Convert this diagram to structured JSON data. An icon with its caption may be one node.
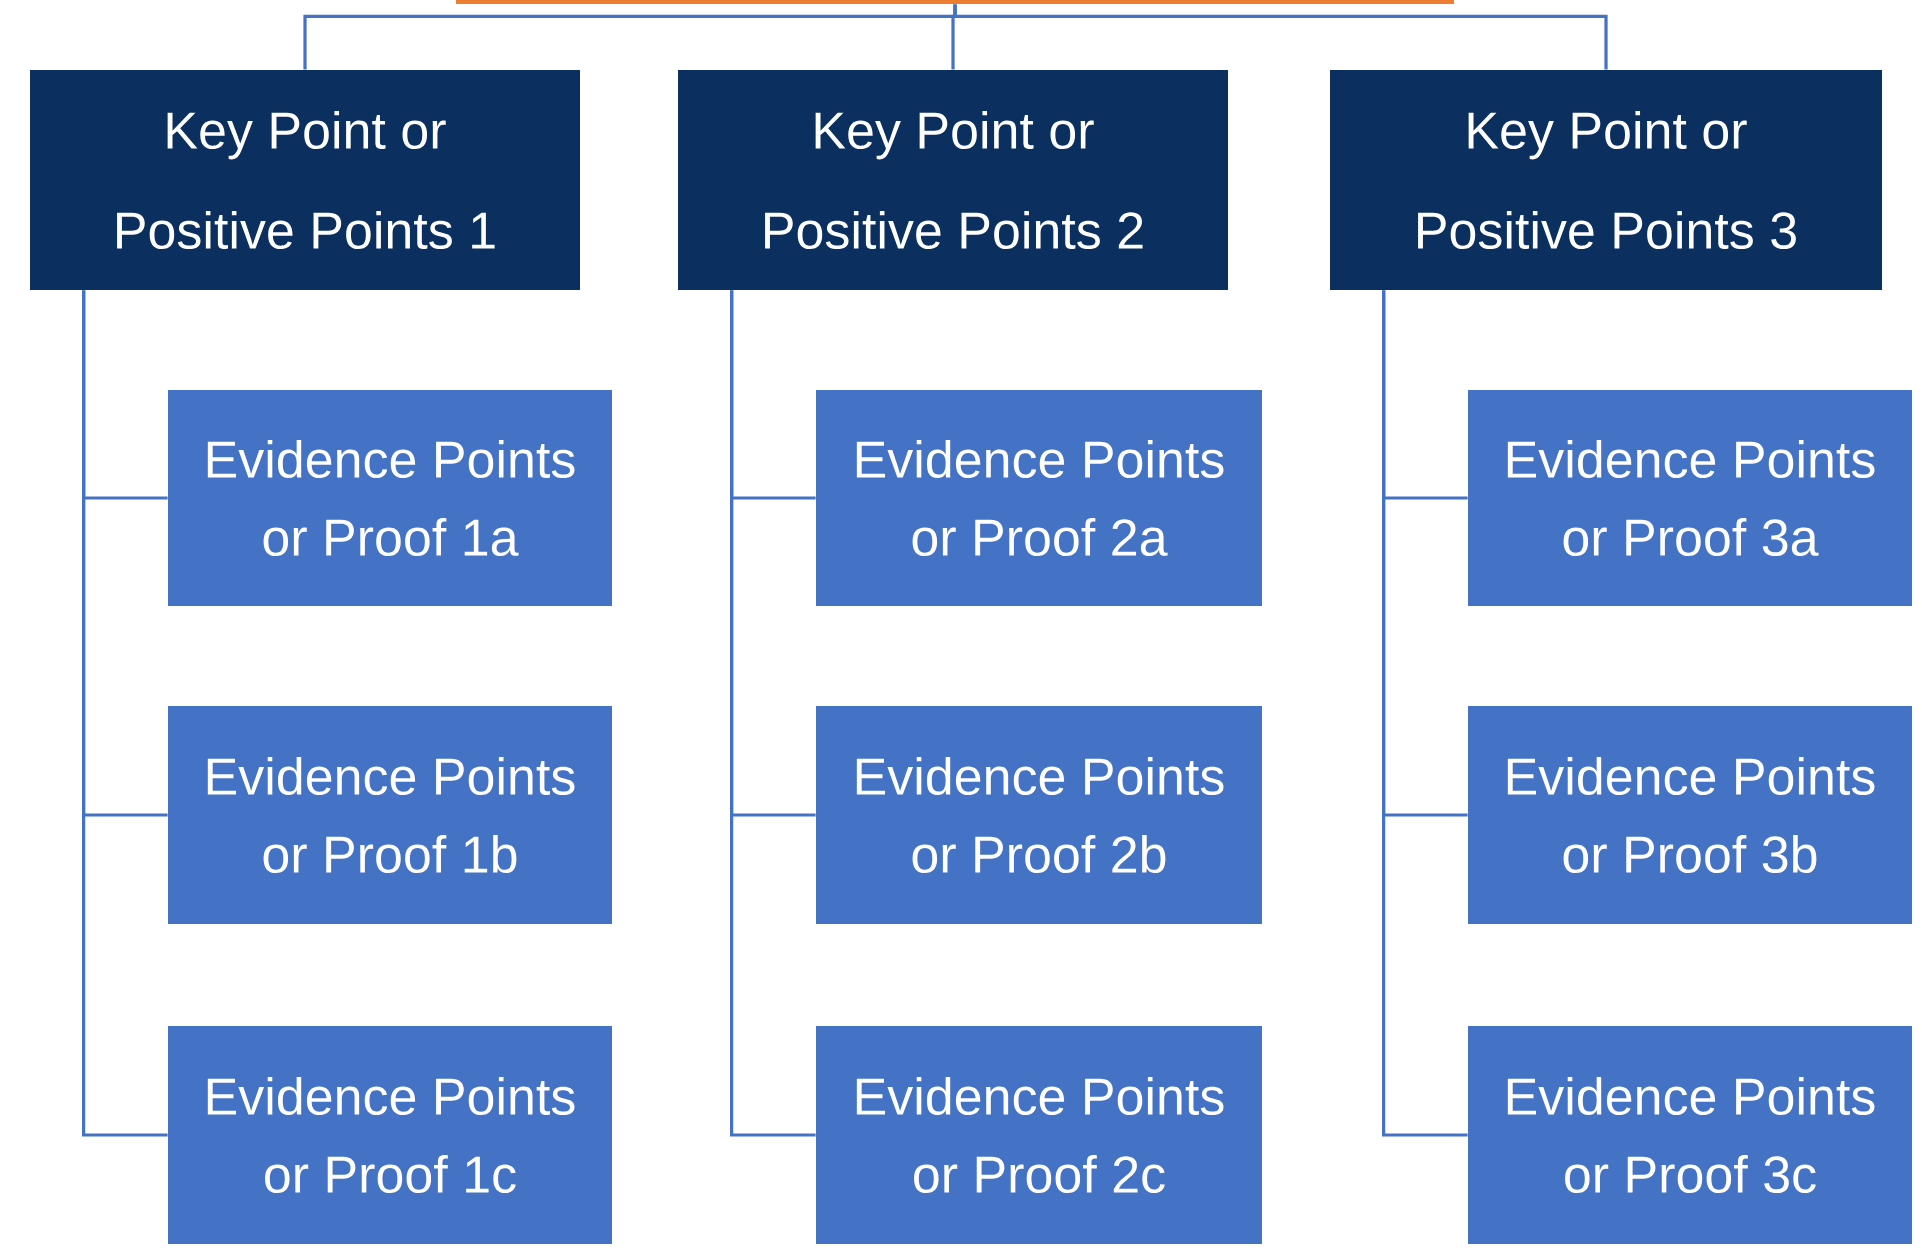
{
  "diagram": {
    "nodes": [
      {
        "text": [],
        "shape": "box"
      },
      {
        "text": [
          "Key Point or Positive Points 1"
        ]
      },
      {
        "text": [
          "Key Point or Positive Points 2"
        ]
      },
      {
        "text": [
          "Key Point or Positive Points 3"
        ]
      },
      {
        "text": [
          "Evidence Points or Proof 1a"
        ]
      },
      {
        "text": [
          "Evidence Points or Proof 1b"
        ]
      },
      {
        "text": [
          "Evidence Points or Proof 1c"
        ]
      },
      {
        "text": [
          "Evidence Points or Proof 2a"
        ]
      },
      {
        "text": [
          "Evidence Points or Proof 2b"
        ]
      },
      {
        "text": [
          "Evidence Points or Proof 2c"
        ]
      },
      {
        "text": [
          "Evidence Points or Proof 3a"
        ]
      },
      {
        "text": [
          "Evidence Points or Proof 3b"
        ]
      },
      {
        "text": [
          "Evidence Points or Proof 3c"
        ]
      }
    ],
    "edges": [
      {
        "from": 0,
        "to": 1,
        "arrow": "none"
      },
      {
        "from": 0,
        "to": 2,
        "arrow": "none"
      },
      {
        "from": 0,
        "to": 3,
        "arrow": "none"
      },
      {
        "from": 1,
        "to": 4,
        "arrow": "none"
      },
      {
        "from": 1,
        "to": 5,
        "arrow": "none"
      },
      {
        "from": 1,
        "to": 6,
        "arrow": "none"
      },
      {
        "from": 2,
        "to": 7,
        "arrow": "none"
      },
      {
        "from": 2,
        "to": 8,
        "arrow": "none"
      },
      {
        "from": 2,
        "to": 9,
        "arrow": "none"
      },
      {
        "from": 3,
        "to": 10,
        "arrow": "none"
      },
      {
        "from": 3,
        "to": 11,
        "arrow": "none"
      },
      {
        "from": 3,
        "to": 12,
        "arrow": "none"
      }
    ]
  }
}
